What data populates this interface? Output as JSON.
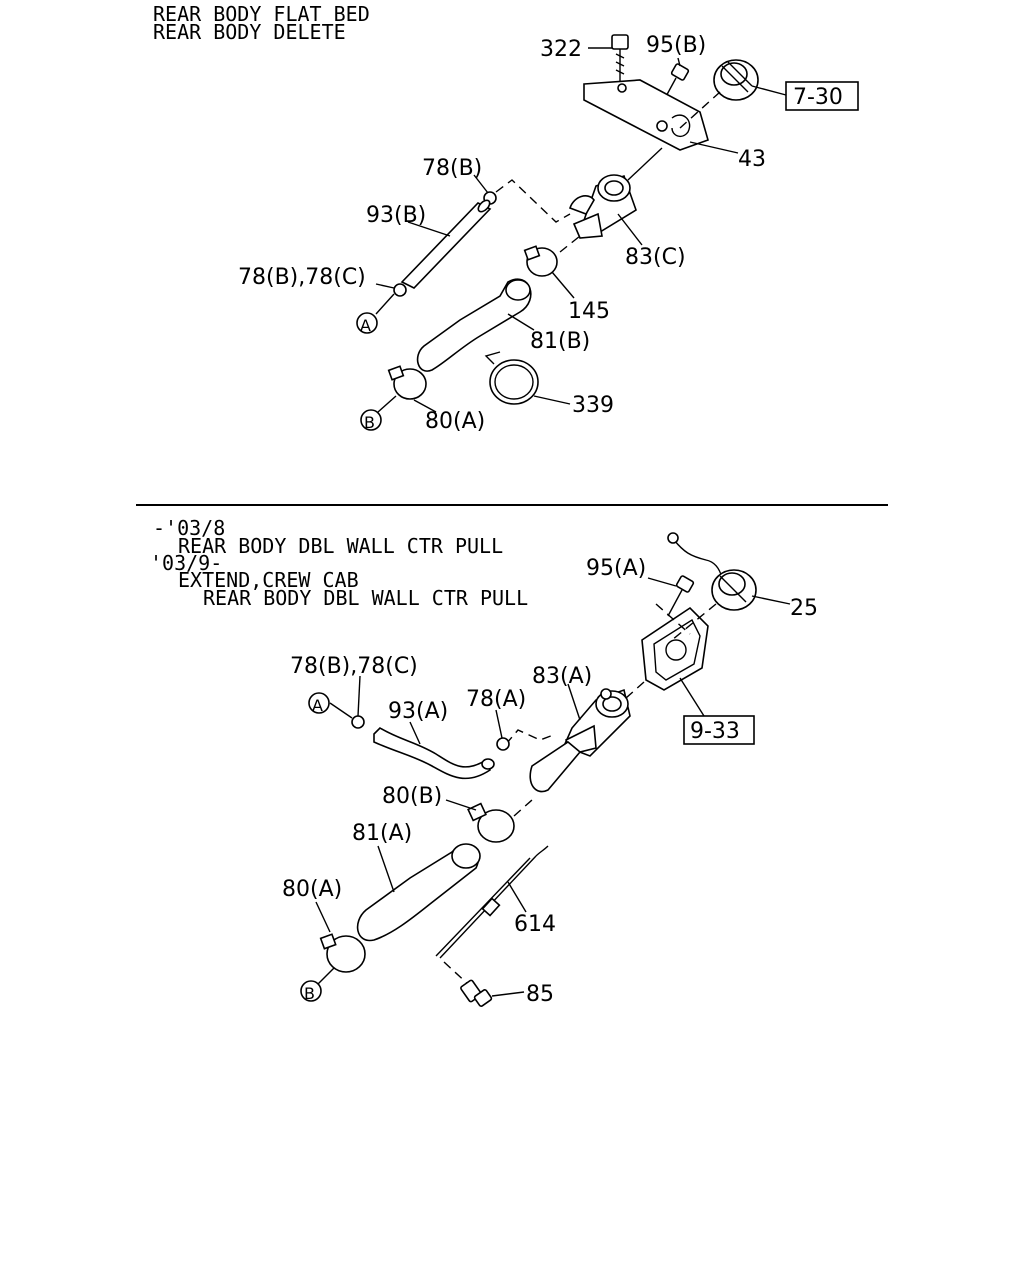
{
  "top_section": {
    "notes": [
      "REAR BODY FLAT BED",
      "REAR BODY DELETE"
    ],
    "callouts": {
      "p322": "322",
      "p95b": "95(B)",
      "ref730": "7-30",
      "p43": "43",
      "p78b": "78(B)",
      "p93b": "93(B)",
      "p83c": "83(C)",
      "p78b78c": "78(B),78(C)",
      "p145": "145",
      "p81b": "81(B)",
      "p339": "339",
      "p80a": "80(A)",
      "markA": "A",
      "markB": "B"
    }
  },
  "bottom_section": {
    "notes": [
      "-'03/8",
      "REAR BODY DBL WALL CTR PULL",
      "'03/9-",
      "EXTEND,CREW CAB",
      "REAR BODY DBL WALL CTR PULL"
    ],
    "callouts": {
      "p95a": "95(A)",
      "p25": "25",
      "p78b78c": "78(B),78(C)",
      "p83a": "83(A)",
      "markA": "A",
      "p93a": "93(A)",
      "p78a": "78(A)",
      "ref933": "9-33",
      "p80b": "80(B)",
      "p81a": "81(A)",
      "p80a": "80(A)",
      "p614": "614",
      "markB": "B",
      "p85": "85"
    }
  }
}
